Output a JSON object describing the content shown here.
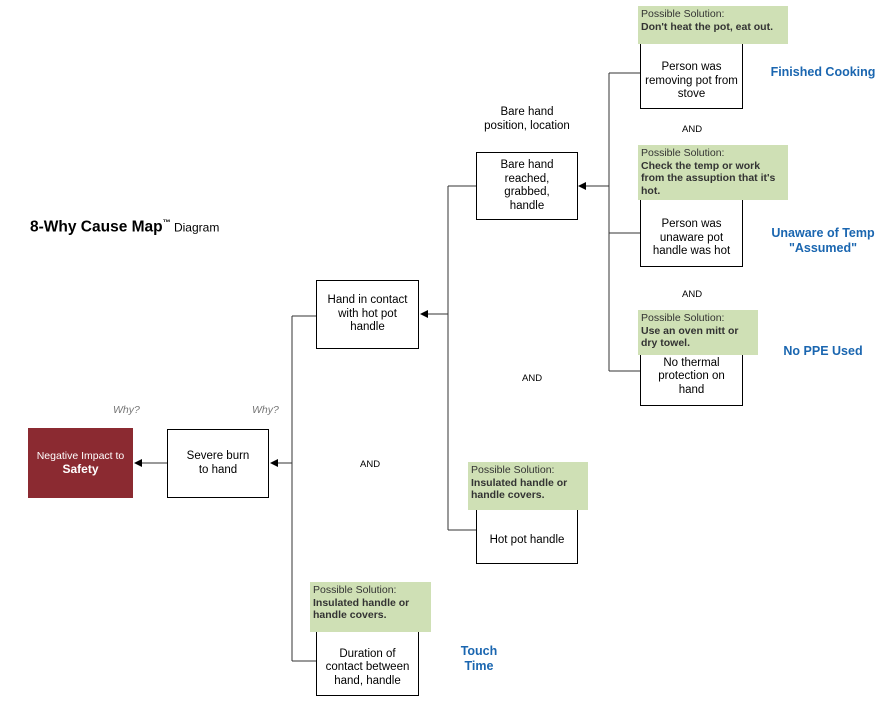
{
  "title": {
    "main": "8-Why Cause Map",
    "tm": "™",
    "sub": " Diagram"
  },
  "impact": {
    "line1": "Negative Impact to",
    "line2": "Safety"
  },
  "why_labels": [
    "Why?",
    "Why?"
  ],
  "and_label": "AND",
  "solution_header": "Possible Solution:",
  "nodes": {
    "severe_burn": "Severe burn\nto hand",
    "hand_contact": "Hand in contact\nwith hot pot handle",
    "duration": "Duration of\ncontact between\nhand, handle",
    "bare_hand": "Bare hand\nreached, grabbed,\nhandle",
    "hot_pot_handle": "Hot pot handle",
    "removing_pot": "Person was\nremoving pot from\nstove",
    "unaware": "Person was\nunaware pot\nhandle was hot",
    "no_thermal": "No thermal\nprotection on hand"
  },
  "bare_hand_caption": "Bare hand\nposition, location",
  "solutions": {
    "s1": "Don't heat the pot, eat out.",
    "s2": "Check the temp or work\nfrom the assuption that it's\nhot.",
    "s3": "Use an oven mitt or\ndry towel.",
    "s4": "Insulated handle or\nhandle covers.",
    "s5": "Insulated handle or\nhandle covers."
  },
  "annotations": {
    "finished_cooking": "Finished Cooking",
    "unaware_temp": "Unaware of Temp\n\"Assumed\"",
    "no_ppe": "No PPE Used",
    "touch_time": "Touch\nTime"
  }
}
